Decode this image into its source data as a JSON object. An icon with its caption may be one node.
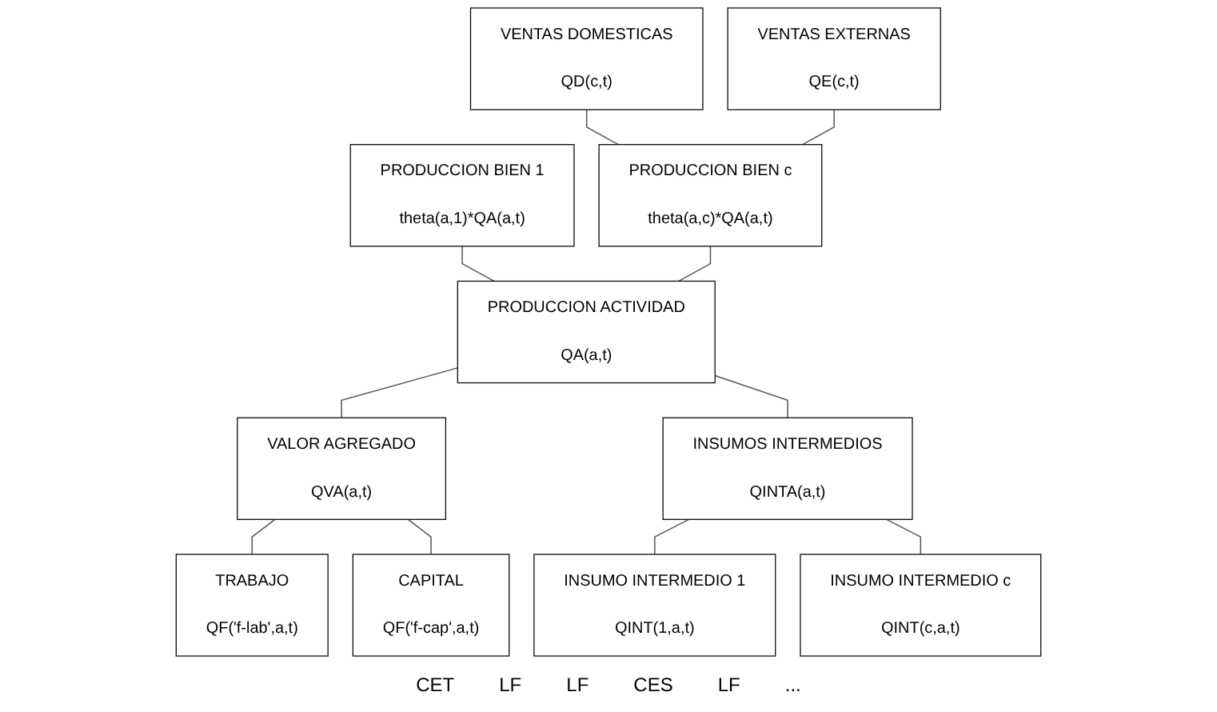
{
  "diagram": {
    "nodes": [
      {
        "text": [
          "VENTAS DOMESTICAS",
          "QD(c,t)"
        ]
      },
      {
        "text": [
          "VENTAS EXTERNAS",
          "QE(c,t)"
        ]
      },
      {
        "text": [
          "PRODUCCION BIEN 1",
          "theta(a,1)*QA(a,t)"
        ]
      },
      {
        "text": [
          "PRODUCCION BIEN c",
          "theta(a,c)*QA(a,t)"
        ]
      },
      {
        "text": [
          "PRODUCCION ACTIVIDAD",
          "QA(a,t)"
        ]
      },
      {
        "text": [
          "VALOR AGREGADO",
          "QVA(a,t)"
        ]
      },
      {
        "text": [
          "INSUMOS INTERMEDIOS",
          "QINTA(a,t)"
        ]
      },
      {
        "text": [
          "TRABAJO",
          "QF('f-lab',a,t)"
        ]
      },
      {
        "text": [
          "CAPITAL",
          "QF('f-cap',a,t)"
        ]
      },
      {
        "text": [
          "INSUMO INTERMEDIO 1",
          "QINT(1,a,t)"
        ]
      },
      {
        "text": [
          "INSUMO INTERMEDIO c",
          "QINT(c,a,t)"
        ]
      }
    ],
    "edges": [
      {
        "from": 0,
        "to": 3,
        "arrow": "none"
      },
      {
        "from": 1,
        "to": 3,
        "arrow": "none"
      },
      {
        "from": 2,
        "to": 4,
        "arrow": "none"
      },
      {
        "from": 3,
        "to": 4,
        "arrow": "none"
      },
      {
        "from": 4,
        "to": 5,
        "arrow": "none"
      },
      {
        "from": 4,
        "to": 6,
        "arrow": "none"
      },
      {
        "from": 5,
        "to": 7,
        "arrow": "none"
      },
      {
        "from": 5,
        "to": 8,
        "arrow": "none"
      },
      {
        "from": 6,
        "to": 9,
        "arrow": "none"
      },
      {
        "from": 6,
        "to": 10,
        "arrow": "none"
      }
    ],
    "labels": [
      "CET",
      "LF",
      "LF",
      "CES",
      "LF",
      "..."
    ]
  }
}
